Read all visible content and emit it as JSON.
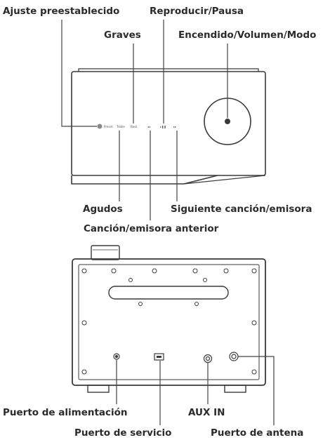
{
  "front_view": {
    "callouts": {
      "preset": "Ajuste preestablecido",
      "play_pause": "Reproducir/Pausa",
      "bass": "Graves",
      "power_volume_mode": "Encendido/Volumen/Modo",
      "treble": "Agudos",
      "next": "Siguiente canción/emisora",
      "previous": "Canción/emisora anterior"
    },
    "panel_markings": {
      "preset": "Preset",
      "treble": "Treble",
      "bass": "Bass",
      "previous": "◂◂",
      "play_pause": "▸❚❚",
      "next": "▸▸"
    }
  },
  "back_view": {
    "callouts": {
      "power_port": "Puerto de alimentación",
      "service_port": "Puerto de servicio",
      "aux_in": "AUX IN",
      "antenna_port": "Puerto de antena"
    }
  }
}
